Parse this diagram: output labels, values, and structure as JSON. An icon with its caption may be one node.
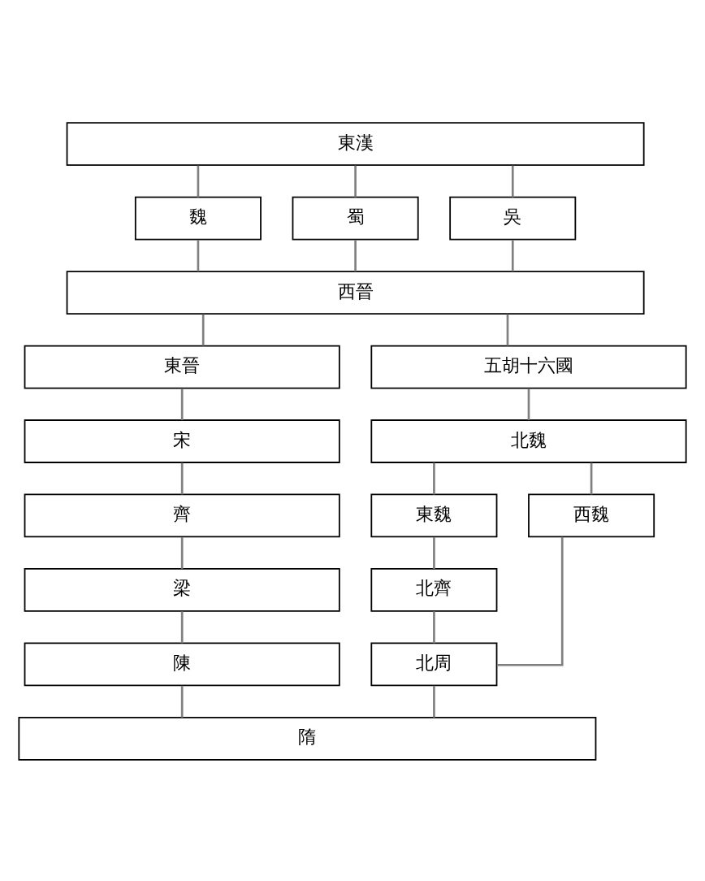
{
  "diagram": {
    "nodes": [
      {
        "text": [
          "東漢"
        ]
      },
      {
        "text": [
          "魏"
        ]
      },
      {
        "text": [
          "蜀"
        ]
      },
      {
        "text": [
          "吳"
        ]
      },
      {
        "text": [
          "西晉"
        ]
      },
      {
        "text": [
          "東晉"
        ]
      },
      {
        "text": [
          "五胡十六國"
        ]
      },
      {
        "text": [
          "宋"
        ]
      },
      {
        "text": [
          "北魏"
        ]
      },
      {
        "text": [
          "齊"
        ]
      },
      {
        "text": [
          "東魏"
        ]
      },
      {
        "text": [
          "西魏"
        ]
      },
      {
        "text": [
          "梁"
        ]
      },
      {
        "text": [
          "北齊"
        ]
      },
      {
        "text": [
          "北周"
        ]
      },
      {
        "text": [
          "陳"
        ]
      },
      {
        "text": [
          "隋"
        ]
      }
    ],
    "edges": [
      {
        "from": 0,
        "to": 1,
        "arrow": "none"
      },
      {
        "from": 0,
        "to": 2,
        "arrow": "none"
      },
      {
        "from": 0,
        "to": 3,
        "arrow": "none"
      },
      {
        "from": 1,
        "to": 4,
        "arrow": "none"
      },
      {
        "from": 2,
        "to": 4,
        "arrow": "none"
      },
      {
        "from": 3,
        "to": 4,
        "arrow": "none"
      },
      {
        "from": 4,
        "to": 5,
        "arrow": "none"
      },
      {
        "from": 4,
        "to": 6,
        "arrow": "none"
      },
      {
        "from": 5,
        "to": 7,
        "arrow": "none"
      },
      {
        "from": 6,
        "to": 8,
        "arrow": "none"
      },
      {
        "from": 7,
        "to": 9,
        "arrow": "none"
      },
      {
        "from": 8,
        "to": 10,
        "arrow": "none"
      },
      {
        "from": 8,
        "to": 11,
        "arrow": "none"
      },
      {
        "from": 9,
        "to": 12,
        "arrow": "none"
      },
      {
        "from": 10,
        "to": 13,
        "arrow": "none"
      },
      {
        "from": 11,
        "to": 14,
        "arrow": "none"
      },
      {
        "from": 12,
        "to": 15,
        "arrow": "none"
      },
      {
        "from": 13,
        "to": 14,
        "arrow": "none"
      },
      {
        "from": 15,
        "to": 16,
        "arrow": "none"
      },
      {
        "from": 14,
        "to": 16,
        "arrow": "none"
      }
    ]
  }
}
